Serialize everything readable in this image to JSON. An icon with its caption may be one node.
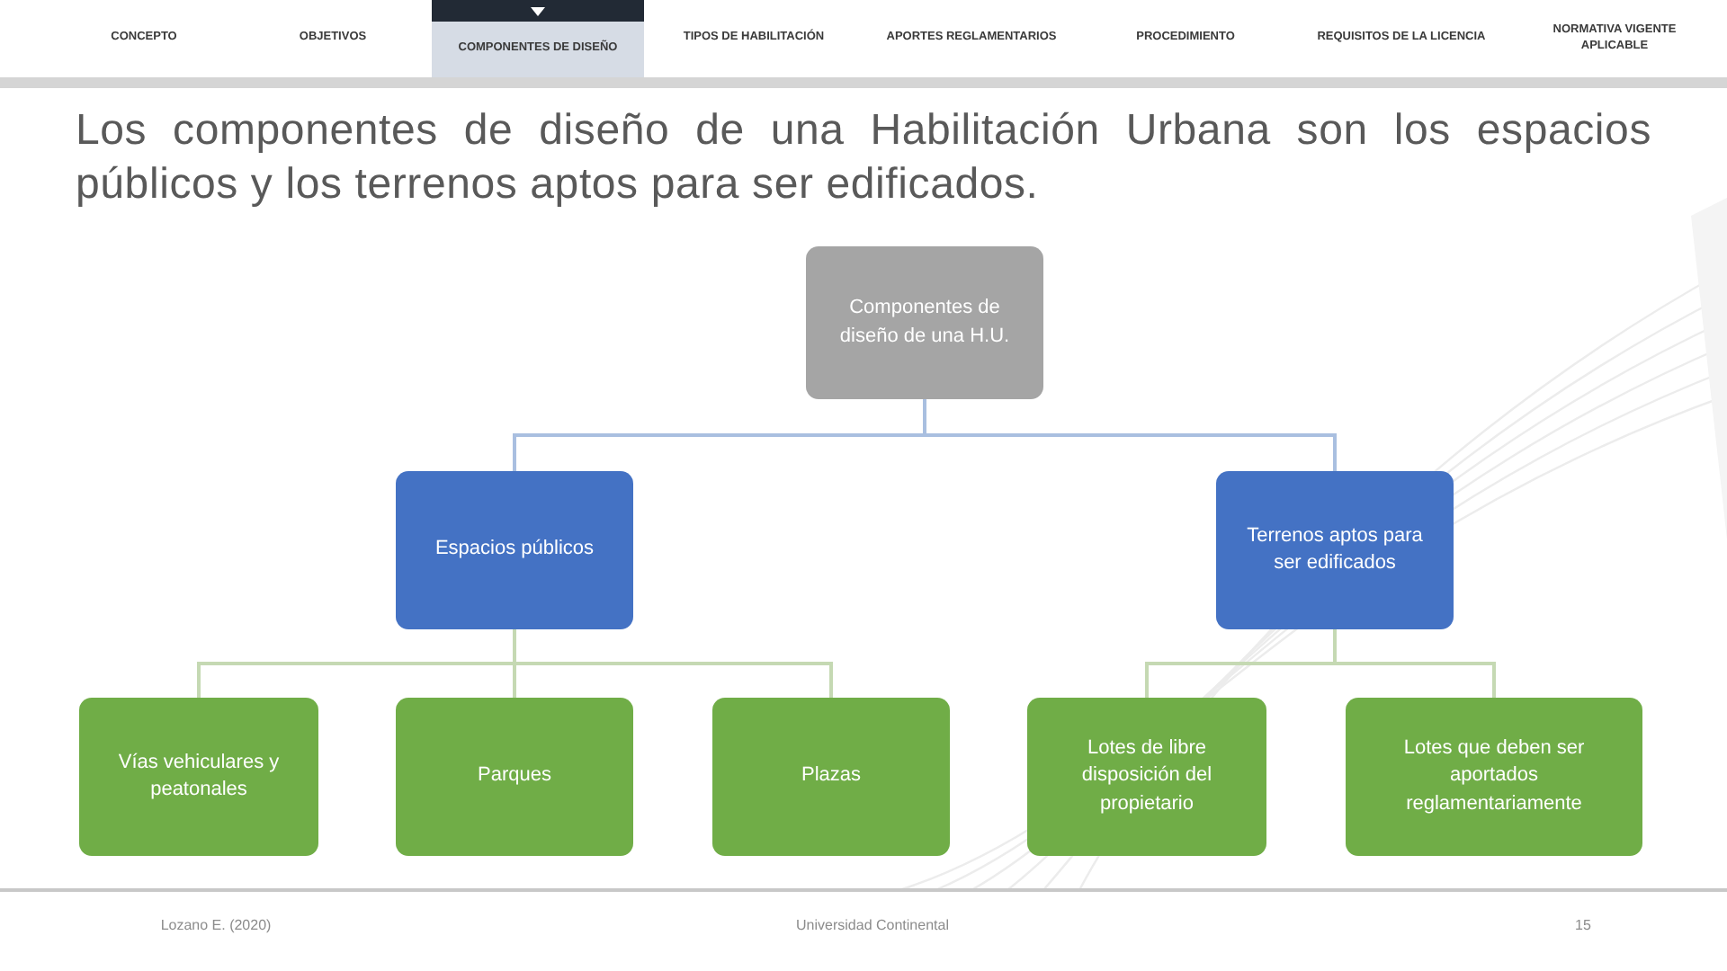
{
  "diagram": {
    "title": "Los componentes de diseño de una Habilitación Urbana son los espacios públicos y los terrenos aptos para ser edificados.",
    "nodes": [
      {
        "text": [
          "Componentes de diseño de una H.U."
        ]
      },
      {
        "text": [
          "Espacios públicos"
        ]
      },
      {
        "text": [
          "Terrenos aptos para ser edificados"
        ]
      },
      {
        "text": [
          "Vías vehiculares y peatonales"
        ]
      },
      {
        "text": [
          "Parques"
        ]
      },
      {
        "text": [
          "Plazas"
        ]
      },
      {
        "text": [
          "Lotes de libre disposición del propietario"
        ]
      },
      {
        "text": [
          "Lotes que deben ser aportados reglamentariamente"
        ]
      }
    ],
    "edges": [
      {
        "from": 0,
        "to": 1,
        "arrow": "none",
        "color": "#a9bfe0"
      },
      {
        "from": 0,
        "to": 2,
        "arrow": "none",
        "color": "#a9bfe0"
      },
      {
        "from": 1,
        "to": 3,
        "arrow": "none"
      },
      {
        "from": 1,
        "to": 4,
        "arrow": "none"
      },
      {
        "from": 1,
        "to": 5,
        "arrow": "none"
      },
      {
        "from": 2,
        "to": 6,
        "arrow": "none"
      },
      {
        "from": 2,
        "to": 7,
        "arrow": "none"
      }
    ],
    "labels": [
      "CONCEPTO",
      "OBJETIVOS",
      "COMPONENTES DE DISEÑO",
      "TIPOS DE HABILITACIÓN",
      "APORTES REGLAMENTARIOS",
      "PROCEDIMIENTO",
      "REQUISITOS DE LA LICENCIA",
      "NORMATIVA VIGENTE APLICABLE",
      "Lozano E. (2020)",
      "Universidad Continental",
      "15"
    ]
  }
}
